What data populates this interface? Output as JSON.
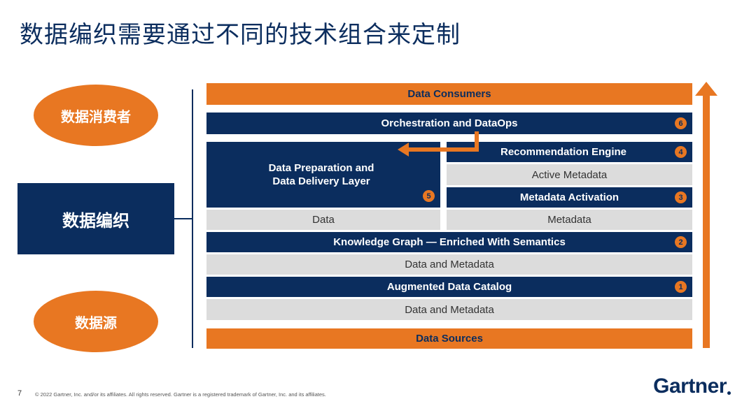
{
  "slide": {
    "title": "数据编织需要通过不同的技术组合来定制",
    "page_number": "7",
    "footer": "© 2022 Gartner, Inc. and/or its affiliates. All rights reserved. Gartner is a registered trademark of Gartner, Inc. and its affiliates.",
    "logo_text": "Gartner"
  },
  "left_panel": {
    "consumers_label": "数据消费者",
    "fabric_label": "数据编织",
    "sources_label": "数据源"
  },
  "diagram": {
    "data_consumers": "Data Consumers",
    "orchestration": "Orchestration and DataOps",
    "orchestration_badge": "6",
    "prep_layer_line1": "Data Preparation and",
    "prep_layer_line2": "Data Delivery Layer",
    "prep_badge": "5",
    "recommendation": "Recommendation Engine",
    "recommendation_badge": "4",
    "active_metadata": "Active Metadata",
    "metadata_activation": "Metadata Activation",
    "activation_badge": "3",
    "data": "Data",
    "metadata": "Metadata",
    "knowledge_graph": "Knowledge Graph — Enriched With Semantics",
    "kg_badge": "2",
    "data_and_metadata_1": "Data and Metadata",
    "catalog": "Augmented Data Catalog",
    "catalog_badge": "1",
    "data_and_metadata_2": "Data and Metadata",
    "data_sources": "Data Sources"
  },
  "colors": {
    "navy": "#0b2d5e",
    "orange": "#e87722",
    "gray": "#dcdcdc"
  }
}
